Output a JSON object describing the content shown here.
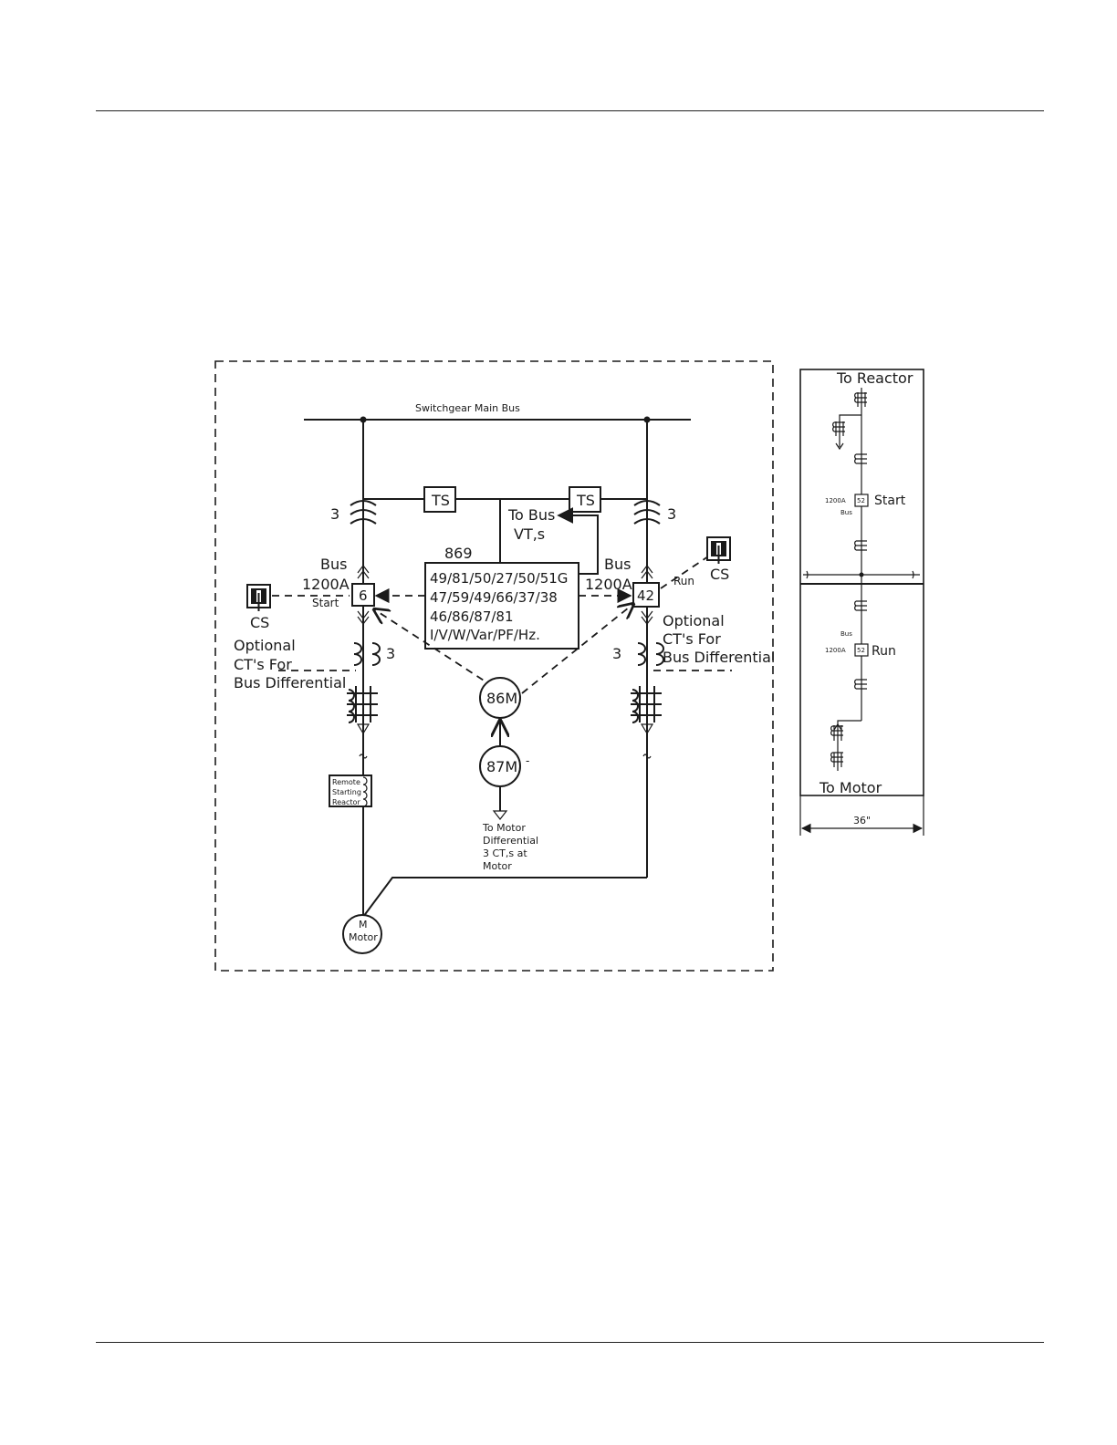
{
  "main": {
    "bus_title": "Switchgear Main Bus",
    "ts_left": "TS",
    "ts_right": "TS",
    "to_bus_vts": [
      "To Bus",
      "VT,s"
    ],
    "relay_number": "869",
    "relay_lines": [
      "49/81/50/27/50/51G",
      "47/59/49/66/37/38",
      "46/86/87/81",
      "I/V/W/Var/PF/Hz."
    ],
    "ct_count_left": "3",
    "ct_count_right": "3",
    "ct_count_left_lower": "3",
    "ct_count_right_lower": "3",
    "left_breaker": {
      "bus": "Bus",
      "rating": "1200A",
      "label": "Start",
      "device": "6"
    },
    "right_breaker": {
      "bus": "Bus",
      "rating": "1200A",
      "label": "Run",
      "device": "42"
    },
    "cs_left": "CS",
    "cs_right": "CS",
    "optional_ct_left": [
      "Optional",
      "CT's For",
      "Bus Differential"
    ],
    "optional_ct_right": [
      "Optional",
      "CT's For",
      "Bus Differential"
    ],
    "lockout_86": "86M",
    "relay_87": "87M",
    "dash_87": "-",
    "motor_diff_note": [
      "To  Motor",
      "Differential",
      "3 CT,s at",
      "Motor"
    ],
    "reactor": [
      "Remote",
      "Starting",
      "Reactor"
    ],
    "motor": [
      "M",
      "Motor"
    ]
  },
  "elevation": {
    "top_label": "To Reactor",
    "bottom_label": "To Motor",
    "upper": {
      "rating": "1200A",
      "bus": "Bus",
      "breaker": "52",
      "label": "Start"
    },
    "lower": {
      "rating": "1200A",
      "bus": "Bus",
      "breaker": "52",
      "label": "Run"
    },
    "width_label": "36\""
  }
}
